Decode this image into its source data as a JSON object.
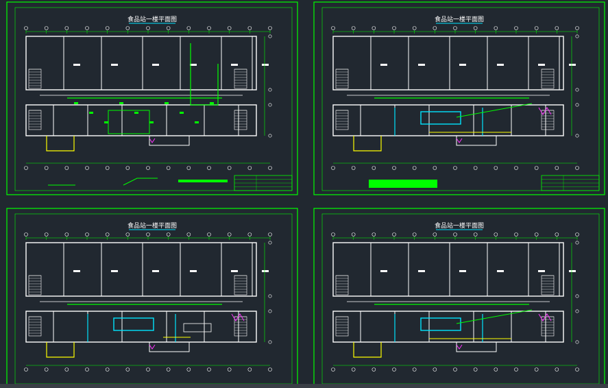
{
  "sheets": [
    {
      "title": "食品站一楼平面图"
    },
    {
      "title": "食品站一楼平面图"
    },
    {
      "title": "食品站一楼平面图"
    },
    {
      "title": "食品站一楼平面图"
    }
  ],
  "colors": {
    "background": "#212830",
    "frame": "#00ff00",
    "walls": "#ffffff",
    "pipes_green": "#00ff00",
    "pipes_cyan": "#00e5ff",
    "pipes_yellow": "#ffff00",
    "pipes_magenta": "#ff33ff",
    "dims": "#00ff00"
  },
  "icons": [
    "stair-icon",
    "door-swing-icon",
    "fixture-icon",
    "axis-bubble-icon"
  ]
}
